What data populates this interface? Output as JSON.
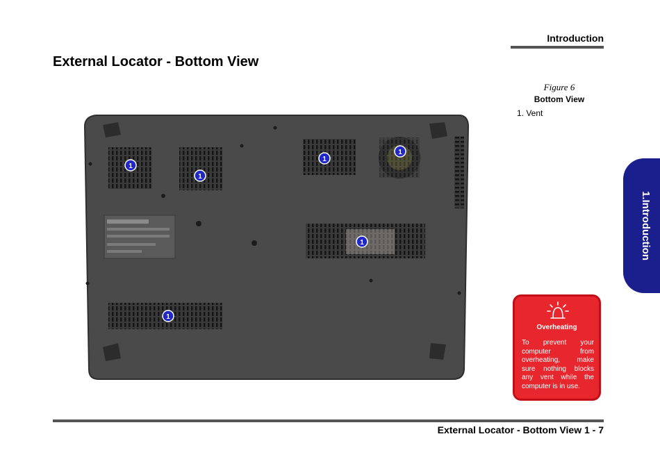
{
  "header": {
    "section_title": "Introduction"
  },
  "page": {
    "title": "External Locator - Bottom View"
  },
  "figure": {
    "number": "Figure 6",
    "name": "Bottom View",
    "callouts": [
      "1.  Vent"
    ],
    "marker_label": "1",
    "image_description": "laptop-bottom-panel"
  },
  "side_tab": {
    "label": "1.Introduction"
  },
  "warning": {
    "icon": "overheating-alarm-icon",
    "title": "Overheating",
    "text": "To prevent your computer from overheating, make sure nothing blocks any vent while the computer is in use."
  },
  "footer": {
    "text": "External Locator - Bottom View  1  -  7"
  },
  "colors": {
    "side_tab": "#1b1f8e",
    "warning_box": "#e7262e",
    "marker": "#2026c8",
    "rule": "#555555",
    "chassis": "#4a4a4a"
  }
}
